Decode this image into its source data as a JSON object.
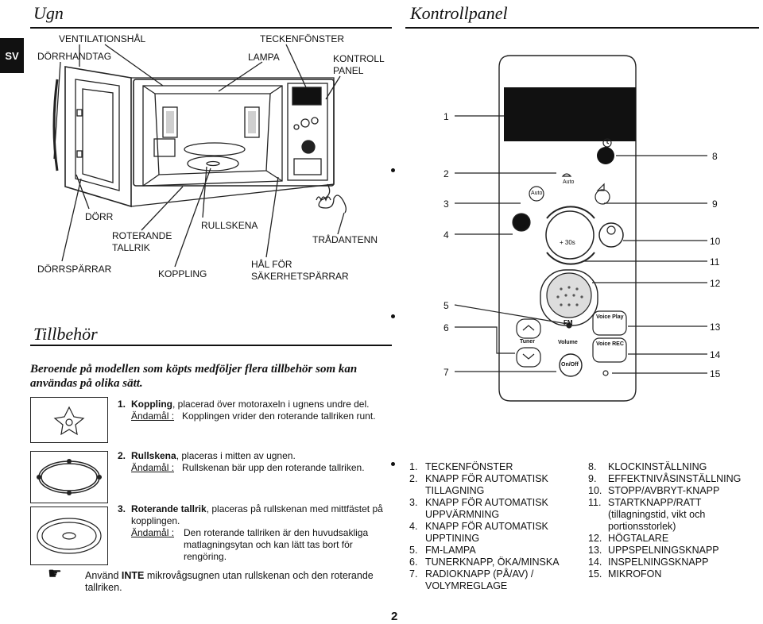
{
  "sections": {
    "oven": "Ugn",
    "control_panel": "Kontrollpanel",
    "accessories": "Tillbehör"
  },
  "lang_tab": "SV",
  "oven_labels": {
    "vent": "VENTILATIONSHÅL",
    "window": "TECKENFÖNSTER",
    "door_handle": "DÖRRHANDTAG",
    "lamp": "LAMPA",
    "control_panel": "KONTROLL\nPANEL",
    "door": "DÖRR",
    "roller_ring": "RULLSKENA",
    "turntable": "ROTERANDE\nTALLRIK",
    "cord": "TRÅDANTENN",
    "door_latches": "DÖRRSPÄRRAR",
    "coupler": "KOPPLING",
    "safety_holes": "HÅL FÖR\nSÄKERHETSPÄRRAR"
  },
  "intro": "Beroende på modellen som köpts medföljer flera tillbehör som kan användas på olika sätt.",
  "accessories": [
    {
      "num": "1.",
      "name": "Koppling",
      "desc": ", placerad över motoraxeln i ugnens undre del.",
      "purpose_label": "Ändamål :",
      "purpose": "Kopplingen vrider den roterande tallriken runt."
    },
    {
      "num": "2.",
      "name": "Rullskena",
      "desc": ", placeras i mitten av ugnen.",
      "purpose_label": "Ändamål :",
      "purpose": "Rullskenan bär upp den roterande tallriken."
    },
    {
      "num": "3.",
      "name": "Roterande tallrik",
      "desc": ", placeras på rullskenan med mittfästet på kopplingen.",
      "purpose_label": "Ändamål :",
      "purpose": "Den roterande tallriken är den huvudsakliga matlagningsytan och kan lätt tas bort för rengöring."
    }
  ],
  "note": {
    "pre": "Använd ",
    "bold": "INTE",
    "post": " mikrovågsugnen utan rullskenan och den roterande tallriken."
  },
  "panel_numbers_left": [
    "1",
    "2",
    "3",
    "4",
    "5",
    "6",
    "7"
  ],
  "panel_numbers_right": [
    "8",
    "9",
    "10",
    "11",
    "12",
    "13",
    "14",
    "15"
  ],
  "panel_text": {
    "auto1": "Auto",
    "auto2": "Auto",
    "auto3": "Auto",
    "plus30": "+ 30s",
    "fm": "FM",
    "voice_play": "Voice Play",
    "voice_rec": "Voice REC",
    "tuner": "Tuner",
    "volume": "Volume",
    "onoff": "On/Off"
  },
  "list_left": [
    {
      "n": "1.",
      "t": "TECKENFÖNSTER"
    },
    {
      "n": "2.",
      "t": "KNAPP FÖR AUTOMATISK TILLAGNING"
    },
    {
      "n": "3.",
      "t": "KNAPP FÖR AUTOMATISK UPPVÄRMNING"
    },
    {
      "n": "4.",
      "t": "KNAPP FÖR AUTOMATISK UPPTINING"
    },
    {
      "n": "5.",
      "t": "FM-LAMPA"
    },
    {
      "n": "6.",
      "t": "TUNERKNAPP, ÖKA/MINSKA"
    },
    {
      "n": "7.",
      "t": "RADIOKNAPP (PÅ/AV) / VOLYMREGLAGE"
    }
  ],
  "list_right": [
    {
      "n": "8.",
      "t": "KLOCKINSTÄLLNING"
    },
    {
      "n": "9.",
      "t": "EFFEKTNIVÅSINSTÄLLNING"
    },
    {
      "n": "10.",
      "t": "STOPP/AVBRYT-KNAPP"
    },
    {
      "n": "11.",
      "t": "STARTKNAPP/RATT (tillagningstid, vikt och portionsstorlek)"
    },
    {
      "n": "12.",
      "t": "HÖGTALARE"
    },
    {
      "n": "13.",
      "t": "UPPSPELNINGSKNAPP"
    },
    {
      "n": "14.",
      "t": "INSPELNINGSKNAPP"
    },
    {
      "n": "15.",
      "t": "MIKROFON"
    }
  ],
  "page_number": "2"
}
